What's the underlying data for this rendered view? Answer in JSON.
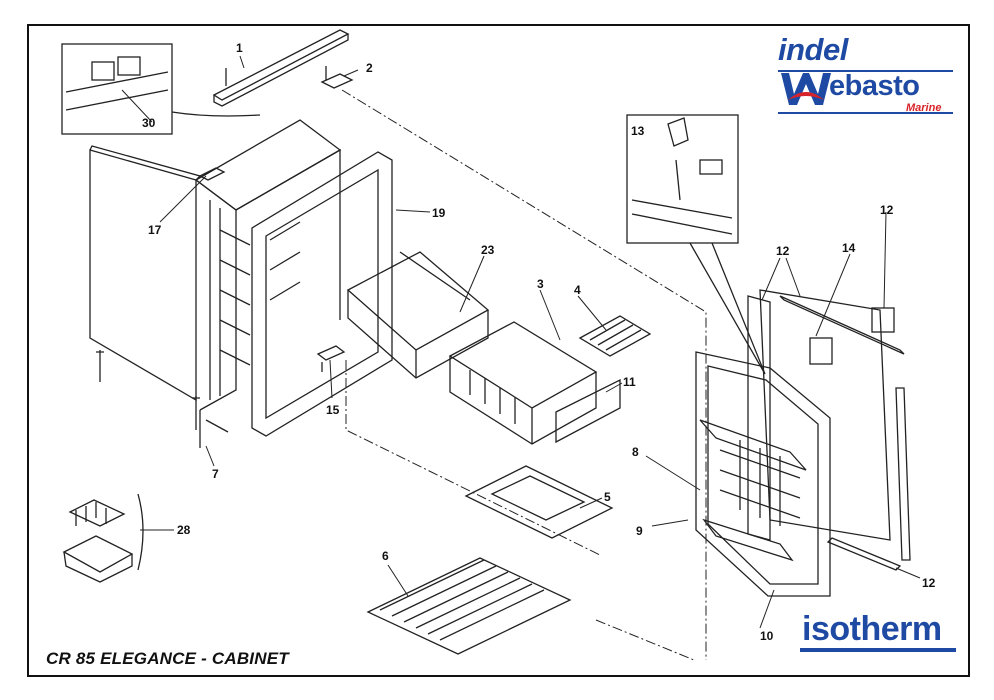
{
  "title": "CR 85 ELEGANCE - CABINET",
  "brand": {
    "indel": "indel",
    "webasto": "ebasto",
    "marine": "Marine",
    "isotherm": "isotherm",
    "blue": "#1f4aa3",
    "red": "#d8232a"
  },
  "callouts": [
    "1",
    "2",
    "30",
    "17",
    "19",
    "23",
    "3",
    "4",
    "11",
    "15",
    "7",
    "5",
    "28",
    "6",
    "8",
    "9",
    "10",
    "13",
    "12",
    "14",
    "12",
    "12"
  ]
}
